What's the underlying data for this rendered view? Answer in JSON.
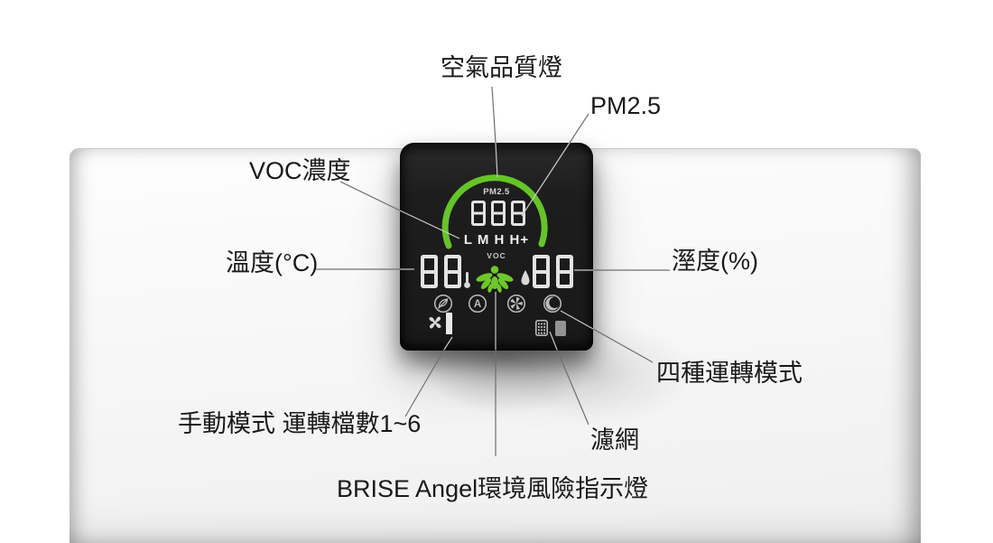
{
  "diagram": {
    "callouts": {
      "air_quality": "空氣品質燈",
      "pm25": "PM2.5",
      "voc": "VOC濃度",
      "temperature": "溫度(°C)",
      "humidity": "溼度(%)",
      "modes": "四種運轉模式",
      "manual": "手動模式 運轉檔數1~6",
      "filter": "濾網",
      "angel": "BRISE Angel環境風險指示燈"
    }
  },
  "display": {
    "pm25_label": "PM2.5",
    "pm25_value": "888",
    "level_scale": "L M H H+",
    "voc_label": "VOC",
    "temperature_value": "88",
    "humidity_value": "88",
    "fan_speed_levels": 6,
    "mode_icons": [
      "leaf-icon",
      "auto-a-icon",
      "purifier-fan-icon",
      "sleep-moon-icon"
    ],
    "status_icons": [
      "fan-speed-icon",
      "filter-grid-icon",
      "filter-block-icon"
    ],
    "colors": {
      "led_green": "#68c526",
      "digit": "#e3e3e3",
      "panel": "#1d1d1d"
    }
  }
}
